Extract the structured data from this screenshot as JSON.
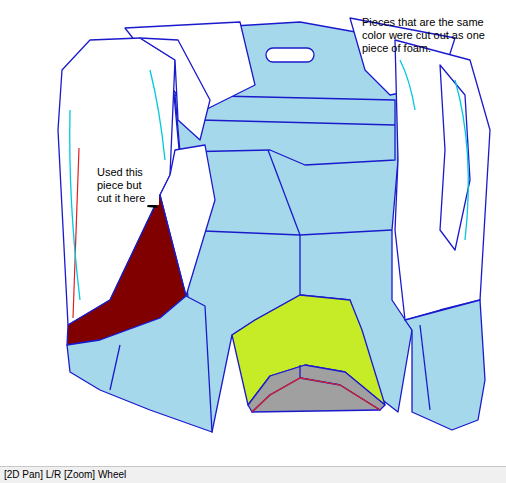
{
  "diagram": {
    "labels": [
      "Pieces that are the same color were cut out as one piece of foam.",
      "Used this piece but cut it here",
      "[2D Pan] L/R [Zoom] Wheel"
    ]
  }
}
